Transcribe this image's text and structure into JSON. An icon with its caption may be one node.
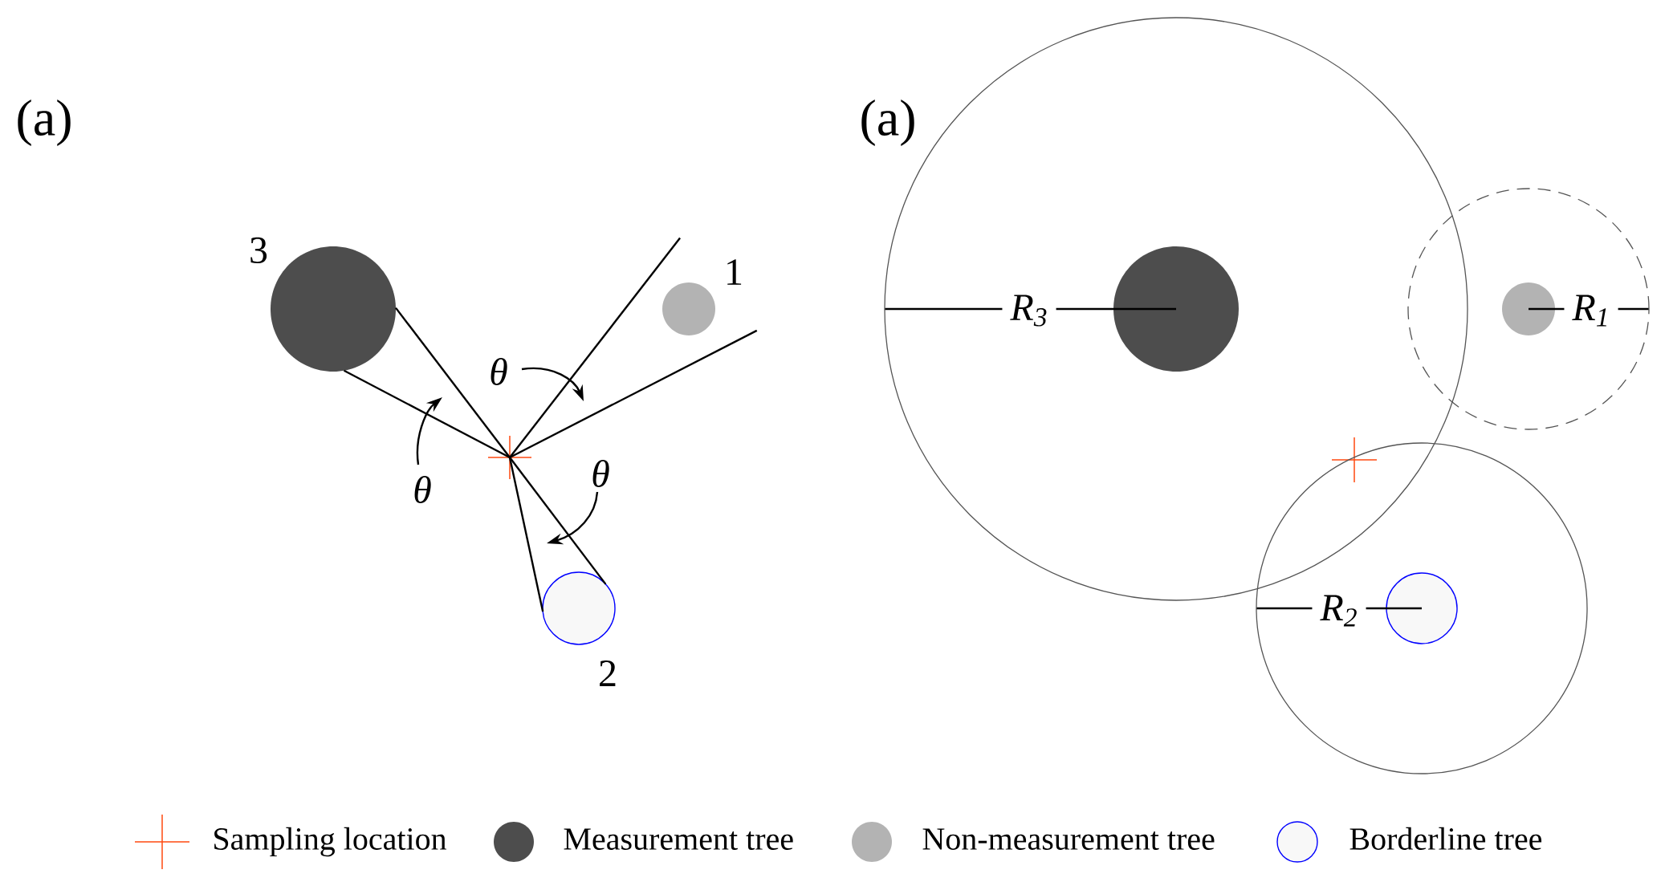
{
  "diagram": {
    "nodes": [
      {
        "text": [],
        "shape": "circle",
        "beside": [
          "3"
        ]
      },
      {
        "text": [],
        "shape": "circle",
        "beside": [
          "1"
        ]
      },
      {
        "text": [],
        "shape": "cross"
      },
      {
        "text": [],
        "shape": "circle",
        "beside": [
          "2"
        ]
      },
      {
        "text": [
          "R$_{3}$"
        ]
      },
      {
        "text": [],
        "shape": "circle",
        "in": 4
      },
      {
        "text": [
          "R$_{1}$"
        ]
      },
      {
        "text": [],
        "shape": "circle",
        "in": 6
      },
      {
        "text": [],
        "shape": "cross",
        "in": 4
      },
      {
        "text": [
          "R$_{2}$"
        ]
      },
      {
        "text": [],
        "shape": "circle",
        "in": 9
      }
    ],
    "edges": [
      {
        "from": 2,
        "to": 0,
        "arrow": "none"
      },
      {
        "from": 2,
        "to": 0,
        "arrow": "none"
      },
      {
        "from": 2,
        "to": null,
        "arrow": "none"
      },
      {
        "from": 2,
        "to": null,
        "arrow": "none"
      },
      {
        "from": 2,
        "to": 3,
        "arrow": "none"
      },
      {
        "from": 2,
        "to": 3,
        "arrow": "none"
      }
    ],
    "labels": [
      "(a)",
      "θ",
      "θ",
      "θ",
      "(a)"
    ],
    "legend": [
      {
        "text": "Sampling location"
      },
      {
        "text": "Measurement tree",
        "color": "#4d4d4d"
      },
      {
        "text": "Non-measurement tree",
        "color": "#b3b3b3"
      },
      {
        "text": "Borderline tree"
      }
    ]
  }
}
